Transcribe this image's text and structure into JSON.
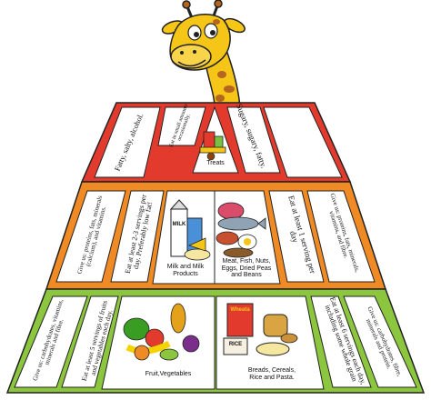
{
  "top_band": {
    "left_card": "Fatty, salty, alcohol.",
    "left_small_card": "Eat in small amounts occasionally.",
    "right_card": "Sugary, sugary, fatty.",
    "center_label": "Treats"
  },
  "middle_band": {
    "left_card": "Give us: proteins, fats, minerals (calcium), and vitamins.",
    "left_small_card": "Eat at least 2-3 servings per day. Preferably low fat!",
    "center_left_label": "Milk and Milk Products",
    "milk_carton_text": "MILK",
    "center_right_label": "Meat, Fish, Nuts, Eggs, Dried Peas and Beans",
    "right_small_card": "Eat at least 1 serving per day",
    "right_card": "Give us: proteins, fats, minerals, vitamins, and fibre."
  },
  "bottom_band": {
    "left_card": "Give us: carbohydrates, vitamins, minerals and fibre.",
    "left_small_card": "Eat at least 5 servings of fruits and vegetables each day.",
    "center_left_label": "Fruit,Vegetables",
    "center_right_label": "Breads, Cereals, Rice and Pasta.",
    "cereal_box_text": "Wheata",
    "rice_bag_text": "RICE",
    "right_small_card": "Eat at least 6 servings each day, including some whole grain",
    "right_card": "Give us: carbohydrates, fibre, minerals and protein."
  },
  "colors": {
    "top_band": "#e23b2e",
    "middle_band": "#f08a24",
    "bottom_band": "#8cc63f",
    "giraffe": "#f5c518",
    "giraffe_spots": "#b5651d"
  }
}
